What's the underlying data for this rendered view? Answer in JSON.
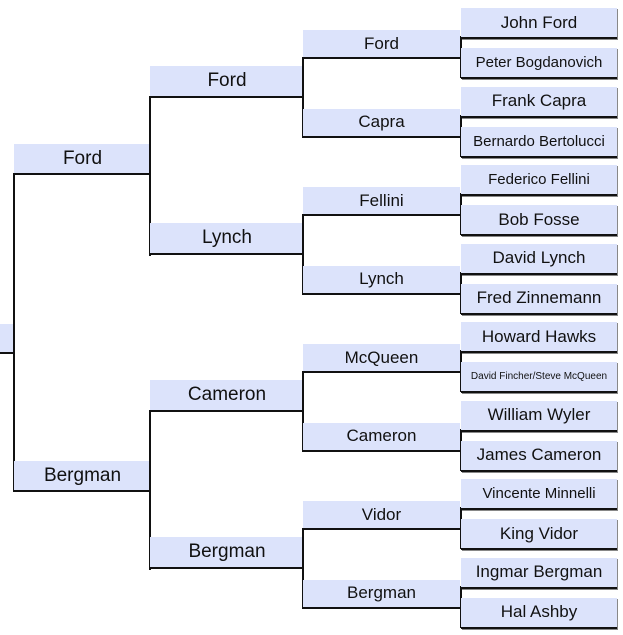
{
  "title": "Director bracket",
  "rounds": {
    "semifinal": [
      "Ford",
      "Bergman"
    ],
    "quarterfinal": [
      "Ford",
      "Lynch",
      "Cameron",
      "Bergman"
    ],
    "round_of_16": [
      "Ford",
      "Capra",
      "Fellini",
      "Lynch",
      "McQueen",
      "Cameron",
      "Vidor",
      "Bergman"
    ],
    "round_of_32": [
      "John Ford",
      "Peter Bogdanovich",
      "Frank Capra",
      "Bernardo Bertolucci",
      "Federico Fellini",
      "Bob Fosse",
      "David Lynch",
      "Fred Zinnemann",
      "Howard Hawks",
      "David Fincher/Steve McQueen",
      "William Wyler",
      "James Cameron",
      "Vincente Minnelli",
      "King Vidor",
      "Ingmar Bergman",
      "Hal Ashby"
    ]
  },
  "colors": {
    "box_fill": "#dce3fb",
    "line": "#111111"
  }
}
